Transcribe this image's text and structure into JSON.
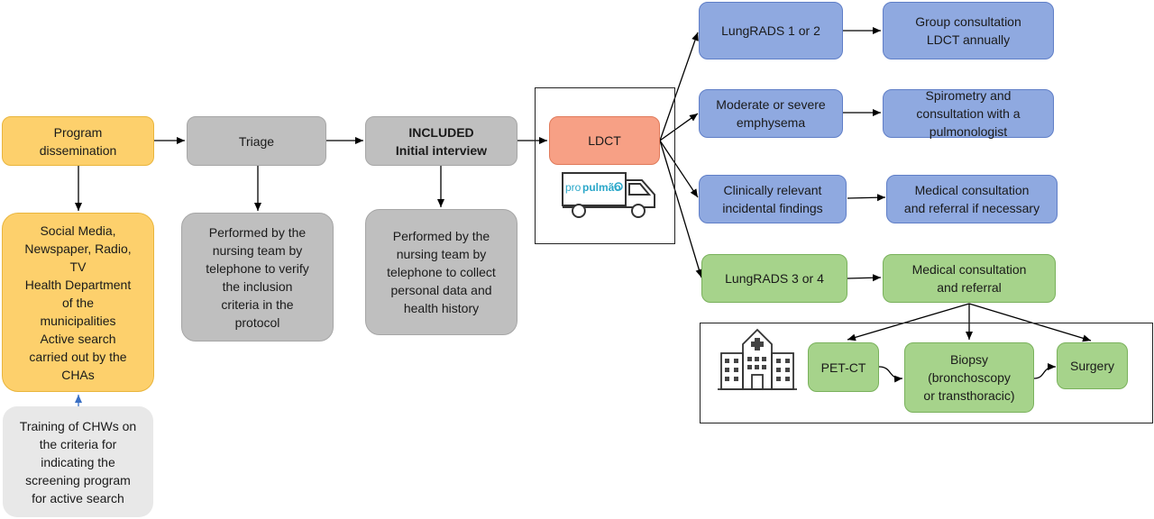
{
  "nodes": {
    "program_dissemination": "Program\ndissemination",
    "triage": "Triage",
    "included_title": "INCLUDED",
    "included_sub": "Initial interview",
    "ldct": "LDCT",
    "social_media": "Social Media,\nNewspaper, Radio,\nTV\nHealth Department\nof the\nmunicipalities\nActive search\ncarried out by the\nCHAs",
    "training": "Training of CHWs on\nthe criteria for\nindicating the\nscreening program\nfor active search",
    "triage_desc": "Performed by the\nnursing team by\ntelephone to verify\nthe inclusion\ncriteria in the\nprotocol",
    "interview_desc": "Performed by the\nnursing team by\ntelephone to collect\npersonal data and\nhealth history",
    "lungrads_1_2": "LungRADS 1 or 2",
    "emphysema": "Moderate or severe\nemphysema",
    "incidental": "Clinically relevant\nincidental findings",
    "lungrads_3_4": "LungRADS 3 or 4",
    "group_consult": "Group consultation\nLDCT annually",
    "spirometry": "Spirometry  and\nconsultation with a\npulmonologist",
    "medical_referral_necessary": "Medical consultation\nand referral if necessary",
    "medical_referral": "Medical consultation\nand referral",
    "pet_ct": "PET-CT",
    "biopsy": "Biopsy\n(bronchoscopy\nor transthoracic)",
    "surgery": "Surgery"
  },
  "truck_logo": {
    "part1": "pro",
    "part2": "pulmão"
  },
  "colors": {
    "yellow": "#fdd06c",
    "gray": "#bfbfbf",
    "light_gray": "#e8e8e8",
    "orange": "#f7a085",
    "blue": "#8fa9e0",
    "green": "#a6d38b",
    "logo_blue": "#2aa7c9",
    "arrow": "#000000",
    "training_arrow": "#3a6fc4"
  },
  "icons": [
    "truck-icon",
    "hospital-icon"
  ]
}
